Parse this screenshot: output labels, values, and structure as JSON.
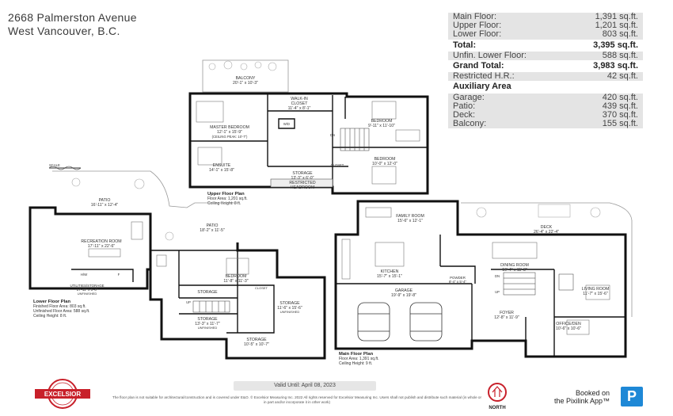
{
  "address": {
    "line1": "2668 Palmerston Avenue",
    "line2": "West Vancouver, B.C."
  },
  "areas": {
    "main_floor": {
      "label": "Main Floor:",
      "value": "1,391 sq.ft."
    },
    "upper_floor": {
      "label": "Upper Floor:",
      "value": "1,201 sq.ft."
    },
    "lower_floor": {
      "label": "Lower Floor:",
      "value": "803 sq.ft."
    },
    "total": {
      "label": "Total:",
      "value": "3,395 sq.ft."
    },
    "unfin_lower": {
      "label": "Unfin. Lower Floor:",
      "value": "588 sq.ft."
    },
    "grand_total": {
      "label": "Grand Total:",
      "value": "3,983 sq.ft."
    },
    "restricted": {
      "label": "Restricted H.R.:",
      "value": "42 sq.ft."
    },
    "aux_title": "Auxiliary Area",
    "garage": {
      "label": "Garage:",
      "value": "420 sq.ft."
    },
    "patio": {
      "label": "Patio:",
      "value": "439 sq.ft."
    },
    "deck": {
      "label": "Deck:",
      "value": "370 sq.ft."
    },
    "balcony": {
      "label": "Balcony:",
      "value": "155 sq.ft."
    }
  },
  "upper_plan": {
    "rooms": {
      "balcony": {
        "name": "BALCONY",
        "dims": "20'-1\" x 10'-3\""
      },
      "walkin": {
        "name": "WALK-IN",
        "name2": "CLOSET",
        "dims": "11'-4\" x 8'-1\""
      },
      "master": {
        "name": "MASTER BEDROOM",
        "dims": "12'-1\" x 15'-9\"",
        "note": "(CEILING PEAK: 10'-7\")"
      },
      "bedroom1": {
        "name": "BEDROOM",
        "dims": "9'-11\" x 11'-10\""
      },
      "bedroom2": {
        "name": "BEDROOM",
        "dims": "10'-0\" x 12'-0\""
      },
      "ensuite": {
        "name": "ENSUITE",
        "dims": "14'-1\" x 15'-8\""
      },
      "storage": {
        "name": "STORAGE",
        "dims": "13'-3\" x 6'-0\""
      },
      "restricted": {
        "name": "RESTRICTED",
        "name2": "HEADROOM"
      },
      "wd": "W/D",
      "closet": "CLOSET",
      "dn": "DN"
    },
    "caption": {
      "title": "Upper Floor Plan",
      "area": "Floor Area: 1,201 sq.ft.",
      "ceiling": "Ceiling Height: 8 ft."
    }
  },
  "lower_plan": {
    "rooms": {
      "patio_left": {
        "name": "PATIO",
        "dims": "16'-11\" x 12'-4\""
      },
      "patio_mid": {
        "name": "PATIO",
        "dims": "18'-2\" x 11'-5\""
      },
      "recreation": {
        "name": "RECREATION ROOM",
        "dims": "17'-11\" x 22'-6\""
      },
      "utilities": {
        "name": "UTILITIES/STORAGE",
        "dims": "17'-11\" x 5'-0\"",
        "note": "UNFINISHED"
      },
      "bedroom": {
        "name": "BEDROOM",
        "dims": "11'-8\" x 11'-3\""
      },
      "storage1": {
        "name": "STORAGE"
      },
      "storage2": {
        "name": "STORAGE",
        "dims": "11'-6\" x 15'-6\"",
        "note": "UNFINISHED"
      },
      "storage3": {
        "name": "STORAGE",
        "dims": "13'-3\" x 11'-7\"",
        "note": "UNFINISHED"
      },
      "storage4": {
        "name": "STORAGE",
        "dims": "10'-5\" x 10'-7\""
      },
      "hw": "H/W",
      "f": "F",
      "up": "UP",
      "closet": "CLOSET",
      "scale": "SCALE"
    },
    "caption": {
      "title": "Lower Floor Plan",
      "area": "Finished Floor Area: 803 sq.ft.",
      "unfin": "Unfinished Floor Area: 588 sq.ft.",
      "ceiling": "Ceiling Height: 8 ft."
    }
  },
  "main_plan": {
    "rooms": {
      "family": {
        "name": "FAMILY ROOM",
        "dims": "15'-6\" x 12'-1\""
      },
      "deck": {
        "name": "DECK",
        "dims": "26'-4\" x 22'-4\""
      },
      "kitchen": {
        "name": "KITCHEN",
        "dims": "15'-7\" x 15'-1\""
      },
      "dining": {
        "name": "DINING ROOM",
        "dims": "19'-4\" x 11'-8\""
      },
      "powder": {
        "name": "POWDER",
        "dims": "8'-4\" x 5'-4\""
      },
      "garage": {
        "name": "GARAGE",
        "dims": "19'-9\" x 19'-8\""
      },
      "living": {
        "name": "LIVING ROOM",
        "dims": "11'-7\" x 15'-6\""
      },
      "foyer": {
        "name": "FOYER",
        "dims": "12'-8\" x 11'-9\""
      },
      "office": {
        "name": "OFFICE/DEN",
        "dims": "10'-6\" x 10'-6\""
      },
      "dn": "DN",
      "up": "UP"
    },
    "caption": {
      "title": "Main Floor Plan",
      "area": "Floor Area: 1,391 sq.ft.",
      "ceiling": "Ceiling Height: 9 ft."
    }
  },
  "footer": {
    "valid": "Valid Until:  April 08, 2023",
    "disclaimer": "The floor plan is not suitable for architectural/construction and is covered under E&O. © Excelsior Measuring Inc. 2022 All rights reserved for Excelsior Measuring Inc. Users shall not publish and distribute such material (in whole or in part and/or incorporate it in other work)",
    "seal_text": "EXCELSIOR",
    "north": "NORTH",
    "booked_line1": "Booked on",
    "booked_line2": "the Pixilink App™",
    "p_logo": "P"
  },
  "colors": {
    "wall": "#111111",
    "shade": "#e4e4e4",
    "accent_red": "#c8202a",
    "pixilink_blue": "#1e88d6"
  }
}
